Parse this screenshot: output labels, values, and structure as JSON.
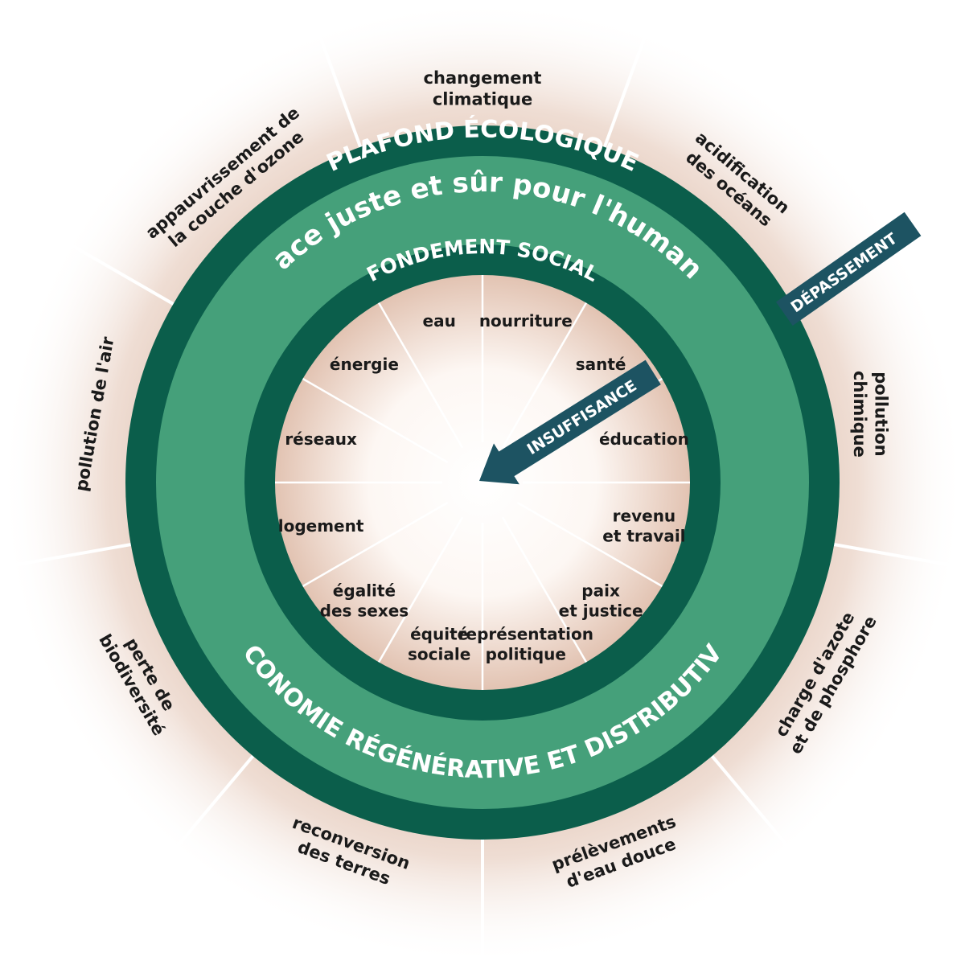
{
  "colors": {
    "dark_green": "#0b5e4b",
    "light_green": "#45a07a",
    "halo": "#d9b6a3",
    "arrow": "#1d5362",
    "divider": "#ffffff"
  },
  "ecological_ceiling": {
    "title": "PLAFOND ÉCOLOGIQUE",
    "boundaries": [
      {
        "id": "climate",
        "lines": [
          "changement",
          "climatique"
        ]
      },
      {
        "id": "ocean",
        "lines": [
          "acidification",
          "des océans"
        ]
      },
      {
        "id": "chemical",
        "lines": [
          "pollution",
          "chimique"
        ]
      },
      {
        "id": "nitrogen",
        "lines": [
          "charge d'azote",
          "et de phosphore"
        ]
      },
      {
        "id": "freshwater",
        "lines": [
          "prélèvements",
          "d'eau douce"
        ]
      },
      {
        "id": "land",
        "lines": [
          "reconversion",
          "des terres"
        ]
      },
      {
        "id": "biodiversity",
        "lines": [
          "perte de",
          "biodiversité"
        ]
      },
      {
        "id": "air",
        "lines": [
          "pollution de l'air"
        ]
      },
      {
        "id": "ozone",
        "lines": [
          "appauvrissement de",
          "la couche d'ozone"
        ]
      }
    ]
  },
  "safe_space": {
    "title": "espace juste et sûr pour l'humanité"
  },
  "social_foundation": {
    "title": "FONDEMENT SOCIAL",
    "dimensions": [
      {
        "id": "water",
        "lines": [
          "eau"
        ]
      },
      {
        "id": "food",
        "lines": [
          "nourriture"
        ]
      },
      {
        "id": "health",
        "lines": [
          "santé"
        ]
      },
      {
        "id": "education",
        "lines": [
          "éducation"
        ]
      },
      {
        "id": "income",
        "lines": [
          "revenu",
          "et travail"
        ]
      },
      {
        "id": "peace",
        "lines": [
          "paix",
          "et justice"
        ]
      },
      {
        "id": "political",
        "lines": [
          "représentation",
          "politique"
        ]
      },
      {
        "id": "social_equity",
        "lines": [
          "équité",
          "sociale"
        ]
      },
      {
        "id": "gender",
        "lines": [
          "égalité",
          "des sexes"
        ]
      },
      {
        "id": "housing",
        "lines": [
          "logement"
        ]
      },
      {
        "id": "networks",
        "lines": [
          "réseaux"
        ]
      },
      {
        "id": "energy",
        "lines": [
          "énergie"
        ]
      }
    ]
  },
  "economy": {
    "title": "ECONOMIE RÉGÉNÉRATIVE ET DISTRIBUTIVE"
  },
  "arrows": {
    "overshoot": "DÉPASSEMENT",
    "shortfall": "INSUFFISANCE"
  }
}
